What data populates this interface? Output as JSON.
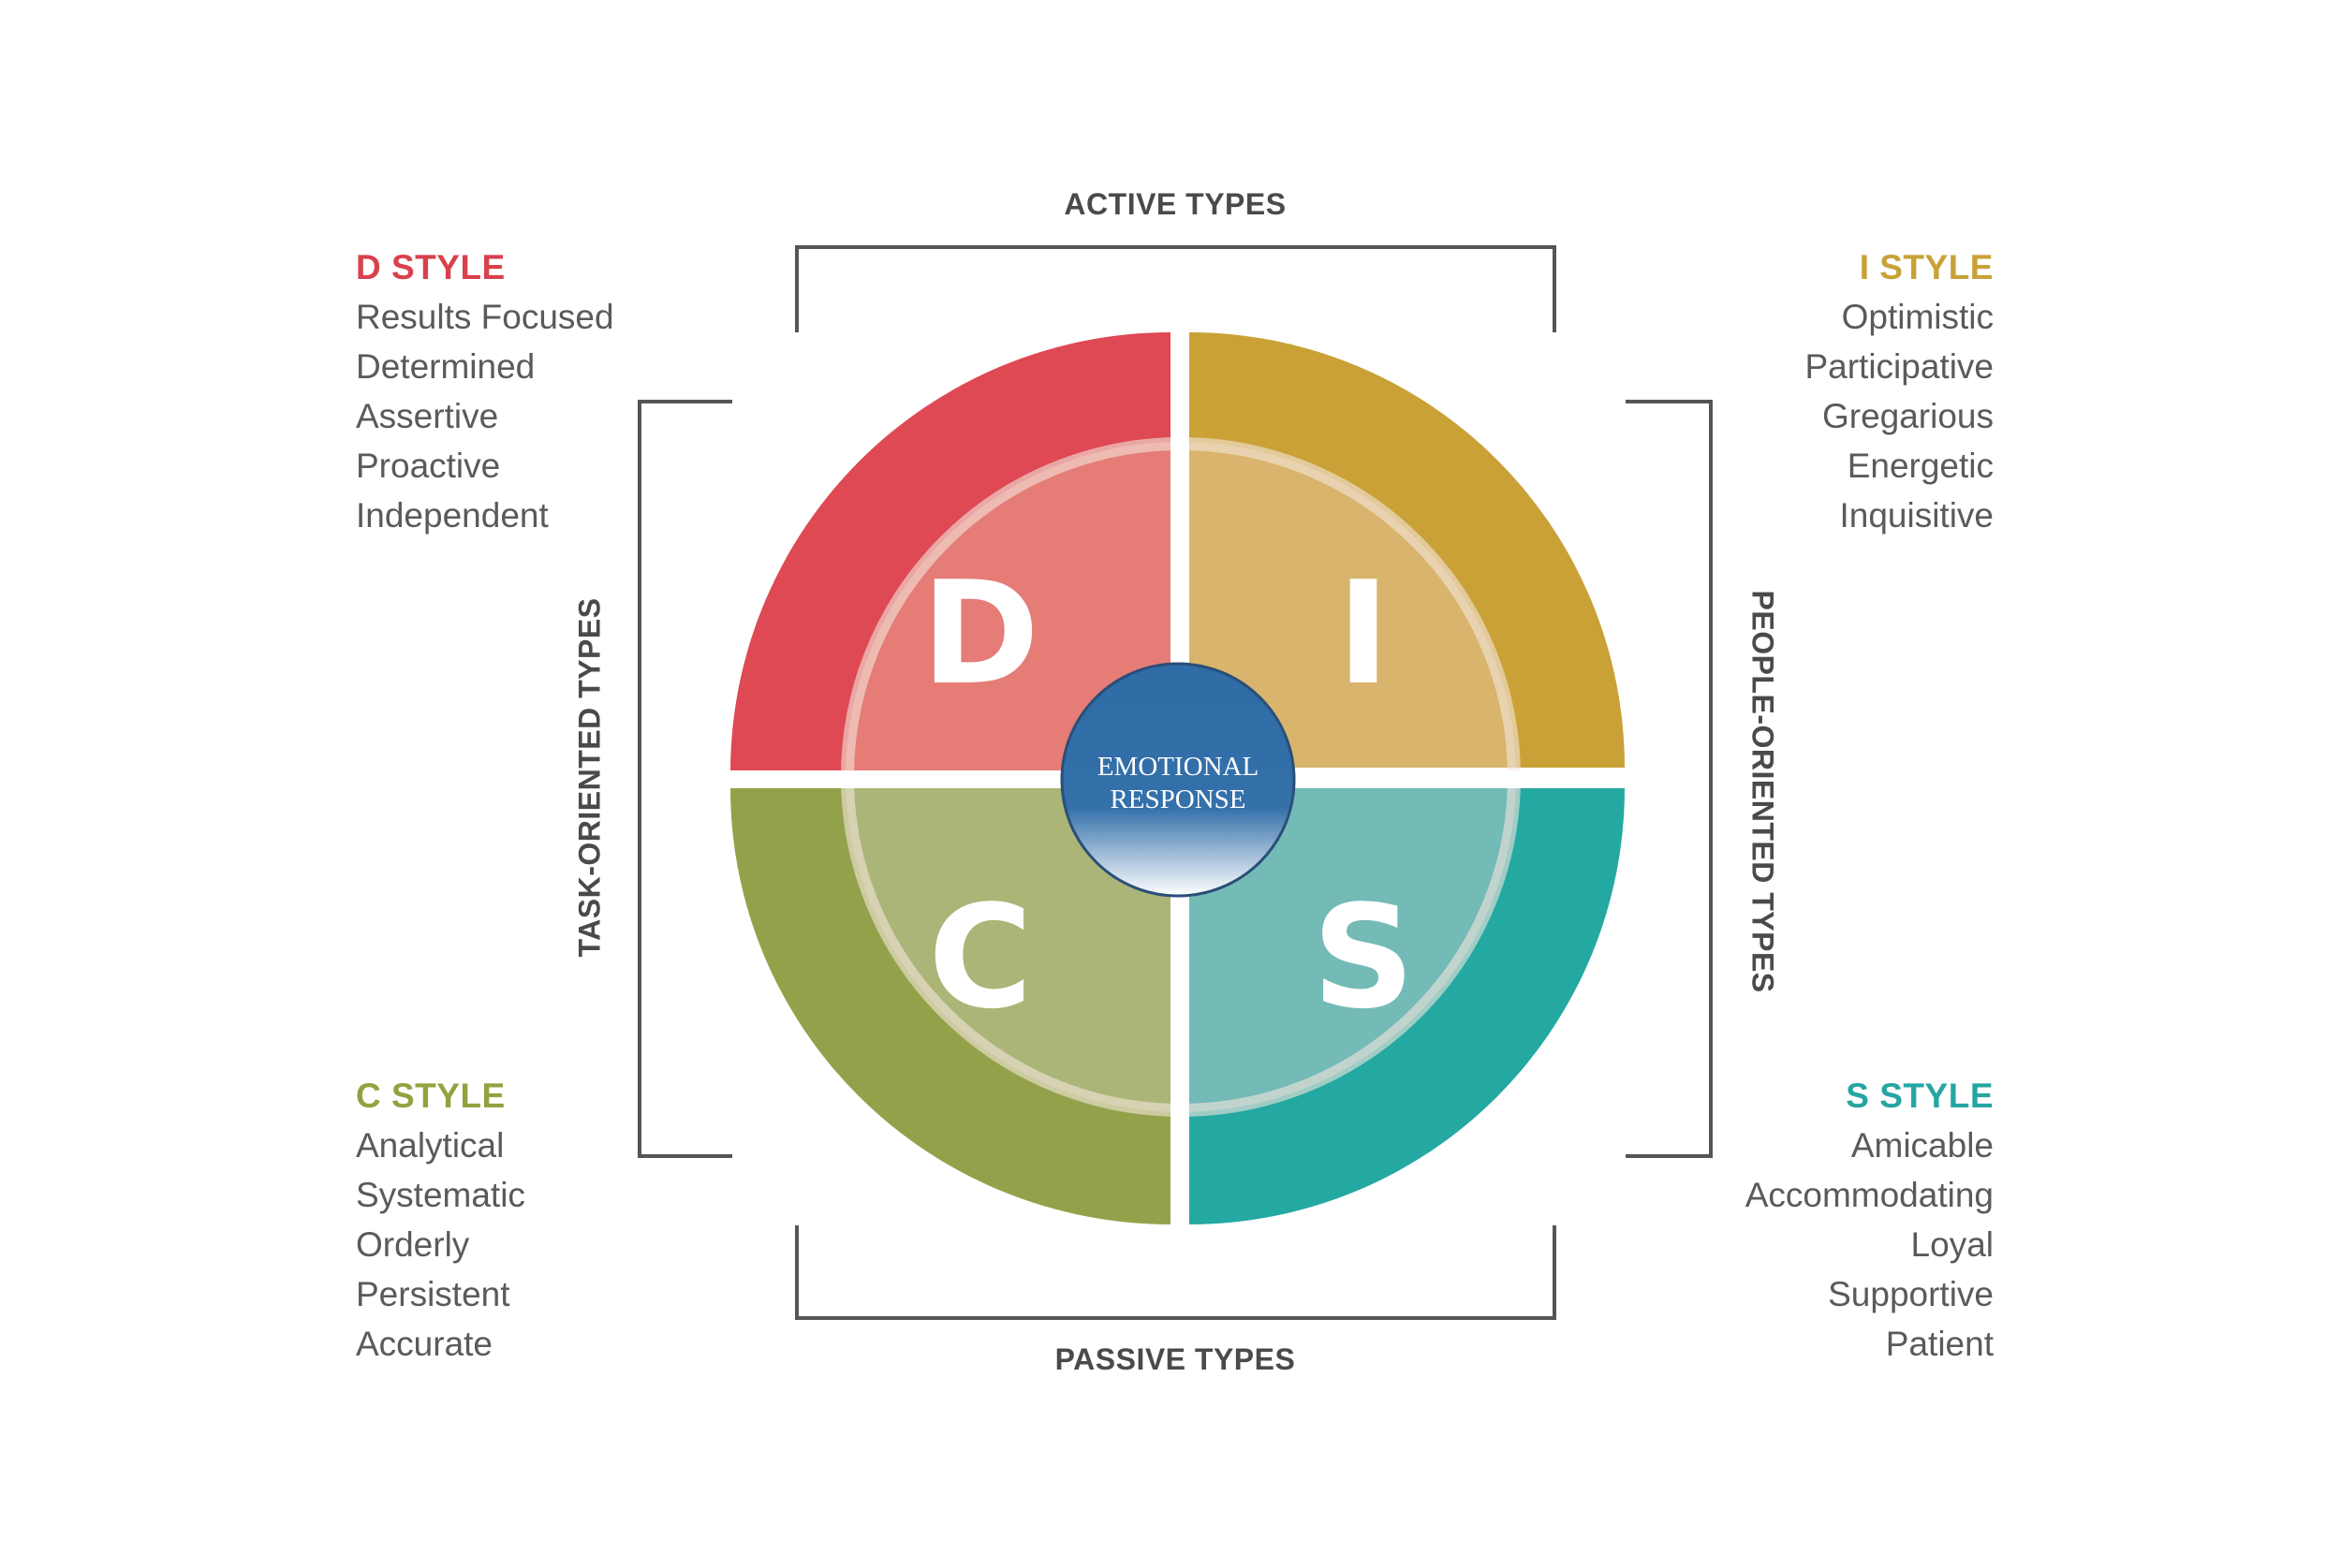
{
  "axes": {
    "top": "ACTIVE TYPES",
    "bottom": "PASSIVE TYPES",
    "left": "TASK-ORIENTED TYPES",
    "right": "PEOPLE-ORIENTED TYPES"
  },
  "center_label": [
    "EMOTIONAL",
    "RESPONSE"
  ],
  "quadrants": [
    {
      "letter": "D",
      "outer_color": "#de4953",
      "inner_color": "#e57c76"
    },
    {
      "letter": "I",
      "outer_color": "#c9a137",
      "inner_color": "#d8b46c"
    },
    {
      "letter": "C",
      "outer_color": "#93a24a",
      "inner_color": "#abb577"
    },
    {
      "letter": "S",
      "outer_color": "#24a8a2",
      "inner_color": "#74bab7"
    }
  ],
  "styles": {
    "d": {
      "title": "D STYLE",
      "color": "#d9404d",
      "traits": [
        "Results Focused",
        "Determined",
        "Assertive",
        "Proactive",
        "Independent"
      ]
    },
    "i": {
      "title": "I STYLE",
      "color": "#c9a137",
      "traits": [
        "Optimistic",
        "Participative",
        "Gregarious",
        "Energetic",
        "Inquisitive"
      ]
    },
    "c": {
      "title": "C STYLE",
      "color": "#93a23f",
      "traits": [
        "Analytical",
        "Systematic",
        "Orderly",
        "Persistent",
        "Accurate"
      ]
    },
    "s": {
      "title": "S STYLE",
      "color": "#25a6a2",
      "traits": [
        "Amicable",
        "Accommodating",
        "Loyal",
        "Supportive",
        "Patient"
      ]
    }
  },
  "colors": {
    "bracket": "#555555",
    "text": "#5a5a5a",
    "center_top": "#2e6aa4",
    "center_bottom": "#ffffff"
  }
}
